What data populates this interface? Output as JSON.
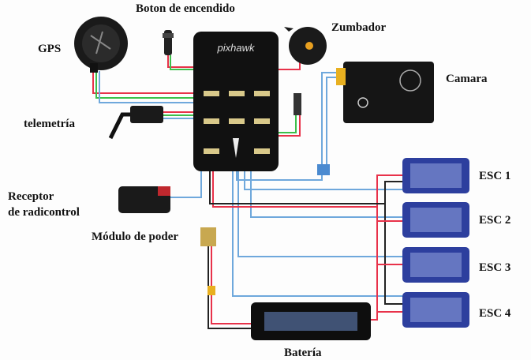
{
  "labels": {
    "gps": "GPS",
    "power_button": "Boton de encendido",
    "buzzer": "Zumbador",
    "camera": "Camara",
    "telemetry": "telemetría",
    "receiver_line1": "Receptor",
    "receiver_line2": "de radicontrol",
    "power_module": "Módulo de poder",
    "esc1": "ESC 1",
    "esc2": "ESC 2",
    "esc3": "ESC 3",
    "esc4": "ESC 4",
    "battery": "Batería"
  },
  "logos": {
    "controller": "pixhawk"
  },
  "colors": {
    "wire_red": "#e8324a",
    "wire_blue": "#6fa8dc",
    "wire_green": "#3cc04a",
    "wire_black": "#222222",
    "esc_blue": "#2d3f9e",
    "board": "#111111"
  }
}
